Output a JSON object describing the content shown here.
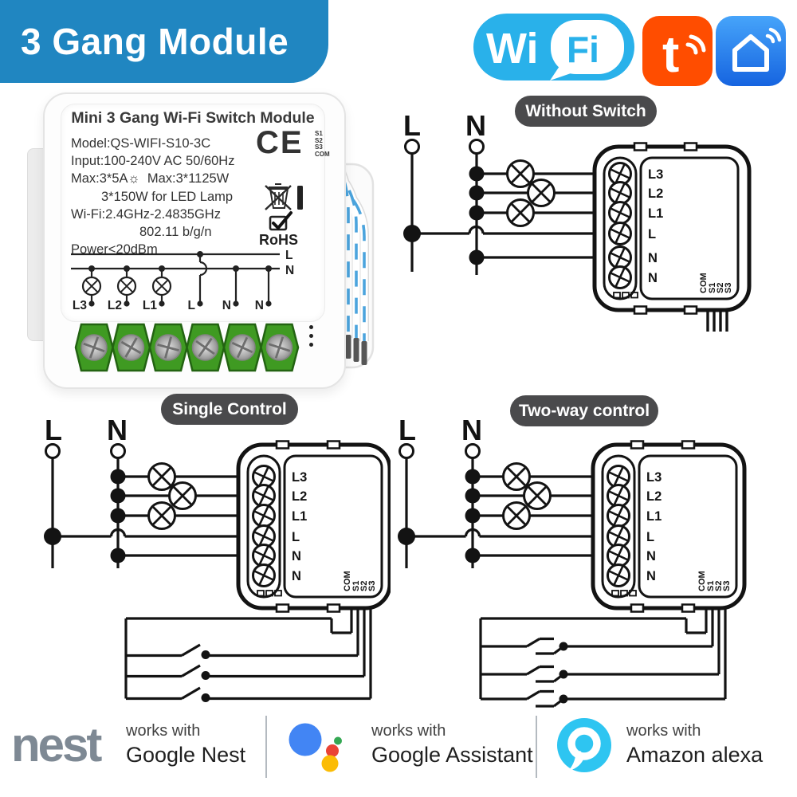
{
  "banner": {
    "title": "3 Gang Module",
    "bg": "#2086c1"
  },
  "logos": {
    "wifi": {
      "wi": "Wi",
      "fi": "Fi",
      "bg": "#29b1ea"
    },
    "tuya": {
      "letter": "t",
      "bg": "#ff4d00"
    },
    "smart_life": {
      "bg": "#2b7de9"
    }
  },
  "product": {
    "title": "Mini 3 Gang Wi-Fi Switch Module",
    "model": "Model:QS-WIFI-S10-3C",
    "input": "Input:100-240V AC  50/60Hz",
    "max_current": "Max:3*5A",
    "lamp_icon": "☼",
    "max_power": "Max:3*1125W",
    "led_power": "3*150W for LED Lamp",
    "wifi_freq": "Wi-Fi:2.4GHz-2.4835GHz",
    "wifi_standard": "802.11 b/g/n",
    "tx_power": "Power<20dBm",
    "ce_mark": "CE",
    "ce_side": [
      "S1",
      "S2",
      "S3",
      "COM"
    ],
    "rohs": "RoHS",
    "bus_labels": [
      "L",
      "N"
    ],
    "terminals": [
      "L3",
      "L2",
      "L1",
      "L",
      "N",
      "N"
    ]
  },
  "diagrams": {
    "labels": {
      "line": "L",
      "neutral": "N"
    },
    "terminals": [
      "L3",
      "L2",
      "L1",
      "L",
      "N",
      "N"
    ],
    "signals": [
      "COM",
      "S1",
      "S2",
      "S3"
    ],
    "without_switch": {
      "title": "Without Switch"
    },
    "single_control": {
      "title": "Single Control"
    },
    "two_way": {
      "title": "Two-way control"
    }
  },
  "footer": {
    "nest": {
      "brand": "nest",
      "line1": "works with",
      "line2": "Google Nest"
    },
    "assistant": {
      "line1": "works with",
      "line2": "Google Assistant"
    },
    "alexa": {
      "line1": "works with",
      "line2": "Amazon alexa"
    }
  },
  "colors": {
    "banner": "#2086c1",
    "badge": "#4a4a4c",
    "wifi_logo": "#29b1ea",
    "tuya": "#ff4d00",
    "smartlife": "#2b7de9",
    "alexa": "#2ec5f1",
    "google_blue": "#4285f4",
    "google_red": "#ea4335",
    "google_yellow": "#fbbc05",
    "google_green": "#34a853",
    "terminal_green": "#3f9a22",
    "nest_gray": "#7e8994"
  }
}
